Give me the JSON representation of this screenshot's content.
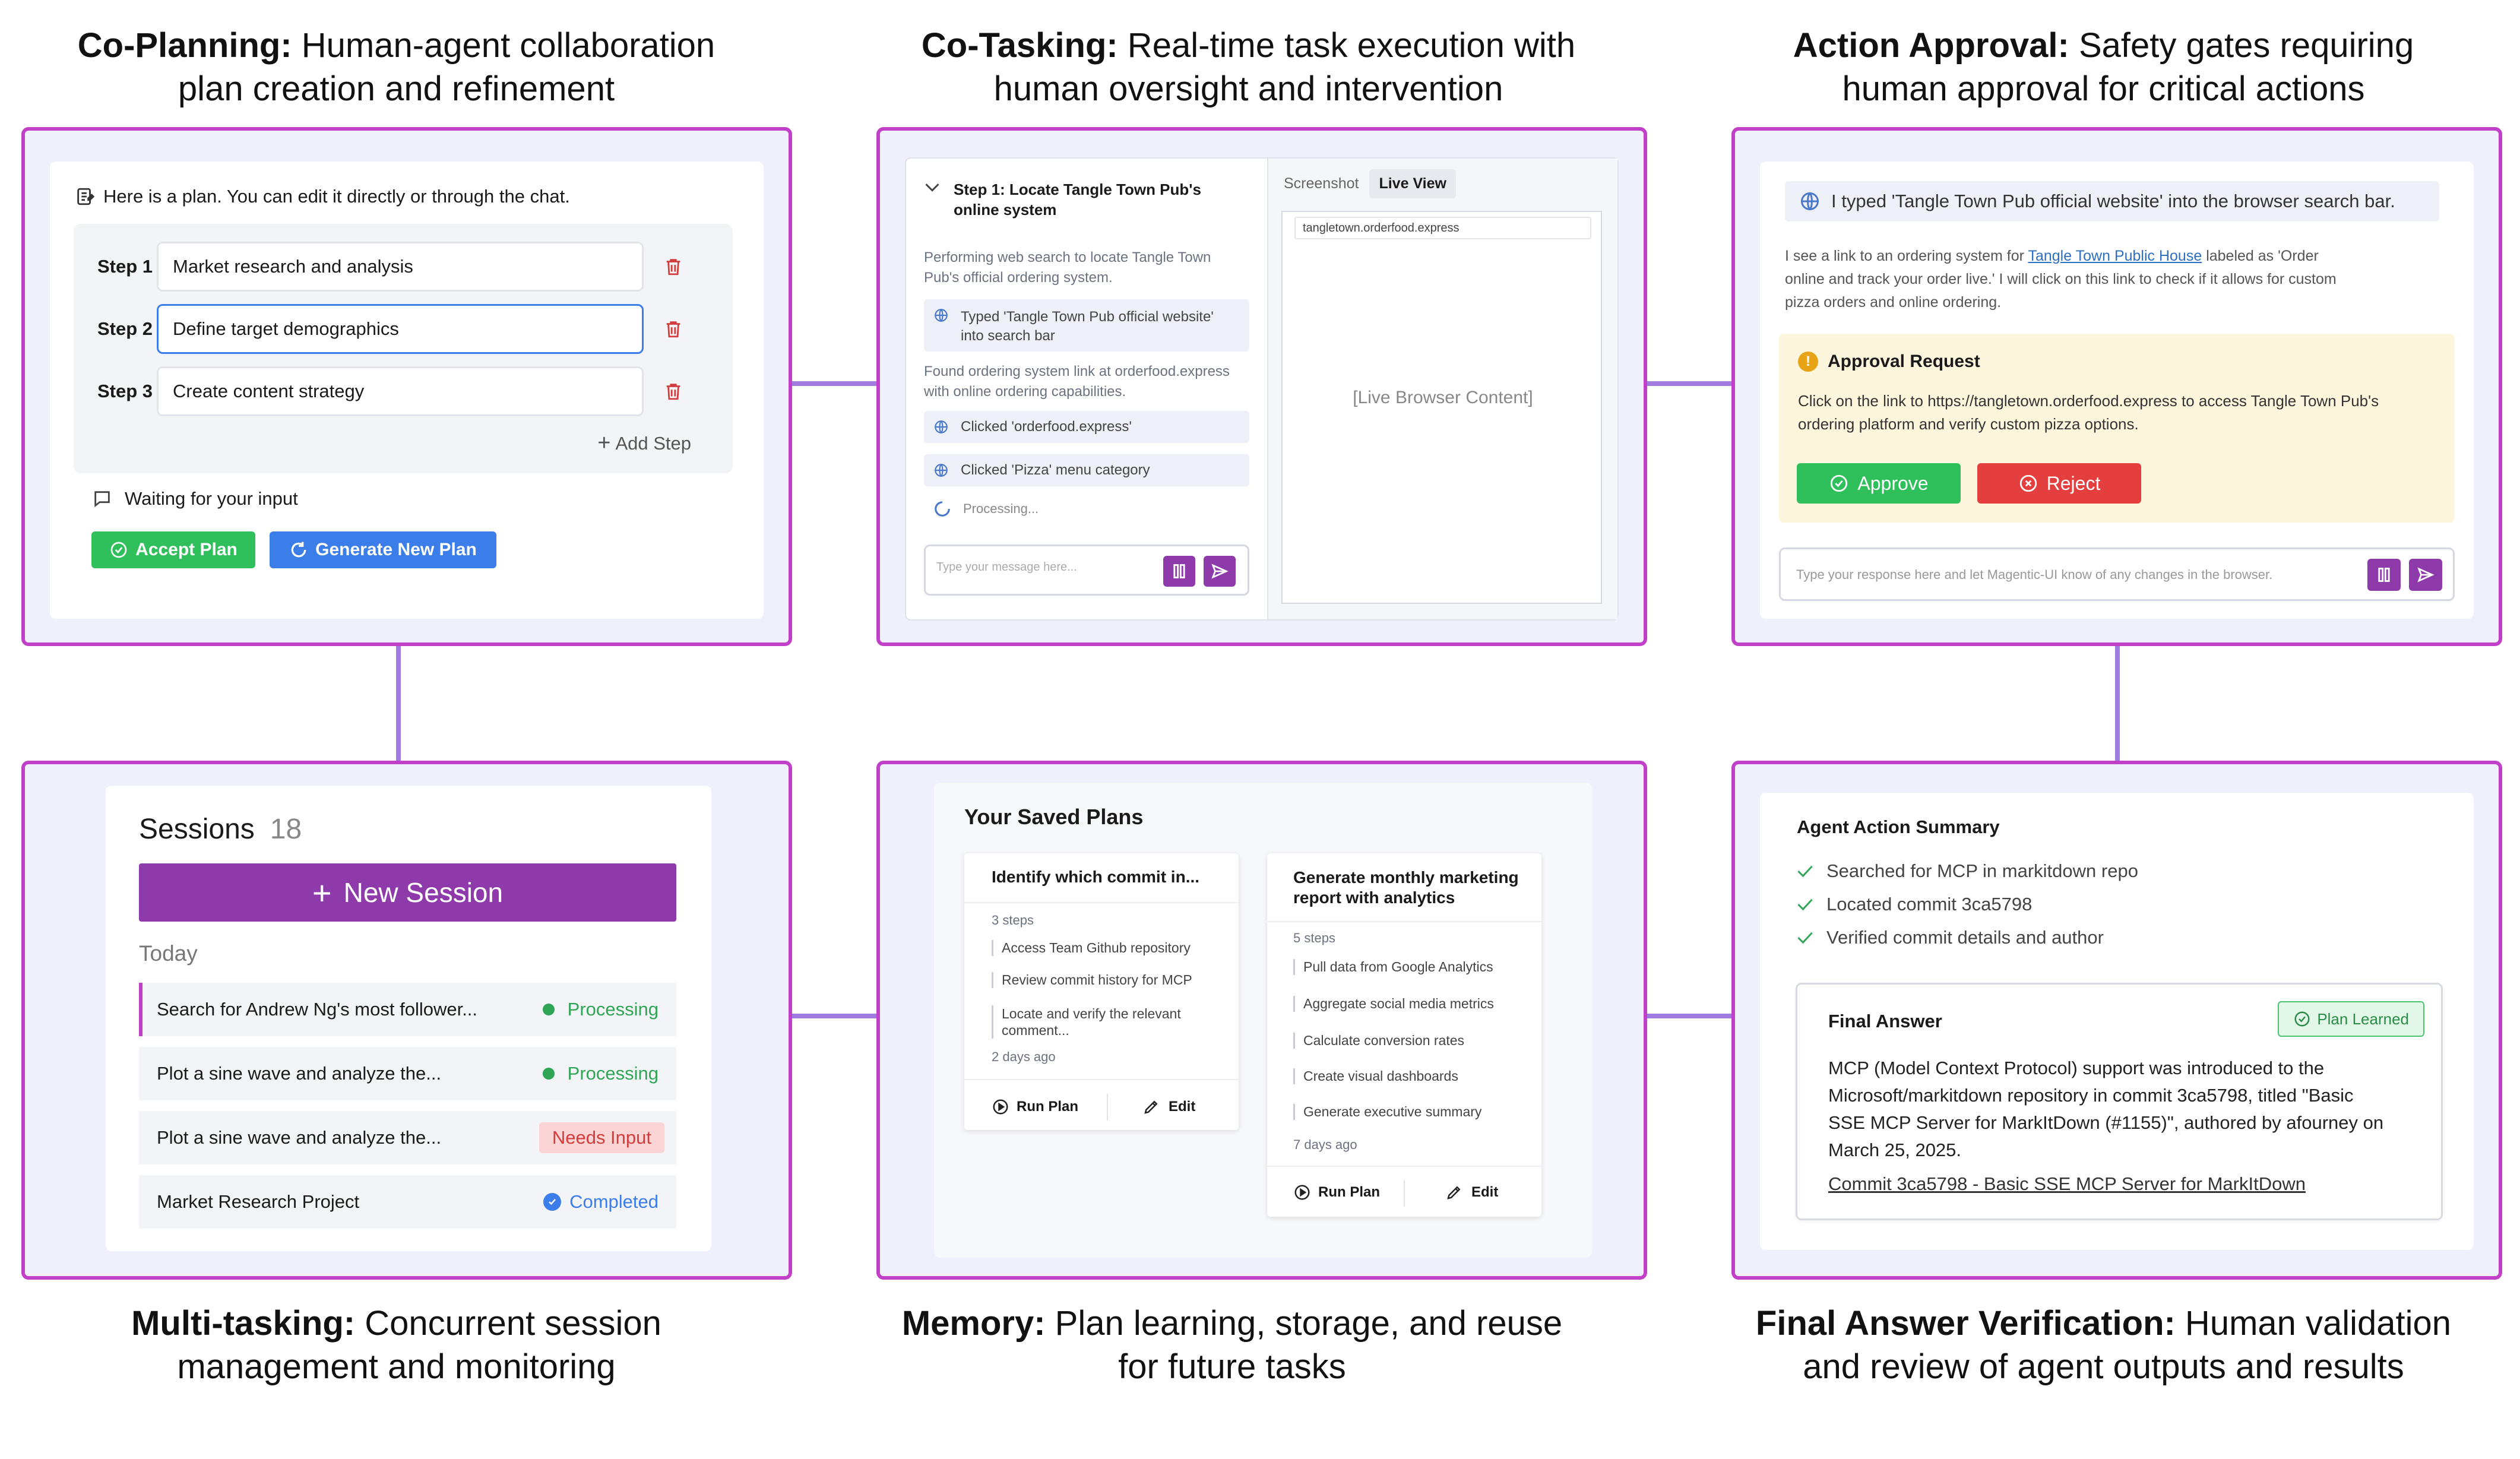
{
  "captions": {
    "co_planning": {
      "bold": "Co-Planning:",
      "rest_1": " Human-agent collaboration",
      "rest_2": "plan creation and refinement"
    },
    "co_tasking": {
      "bold": "Co-Tasking:",
      "rest_1": " Real-time task execution with",
      "rest_2": "human oversight and intervention"
    },
    "action_approval": {
      "bold": "Action Approval:",
      "rest_1": " Safety gates requiring",
      "rest_2": "human approval for critical actions"
    },
    "multi_tasking": {
      "bold": "Multi-tasking:",
      "rest_1": " Concurrent session",
      "rest_2": "management and monitoring"
    },
    "memory": {
      "bold": "Memory:",
      "rest_1": " Plan learning, storage, and reuse",
      "rest_2": "for future tasks"
    },
    "final_answer": {
      "bold": "Final Answer Verification:",
      "rest_1": " Human validation",
      "rest_2": "and review of agent outputs and results"
    }
  },
  "co_planning": {
    "intro": "Here is a plan. You can edit it directly or through the chat.",
    "steps": [
      {
        "label": "Step 1",
        "value": "Market research and analysis"
      },
      {
        "label": "Step 2",
        "value": "Define target demographics"
      },
      {
        "label": "Step 3",
        "value": "Create content strategy"
      }
    ],
    "add_step": "Add Step",
    "waiting": "Waiting for your input",
    "accept": "Accept Plan",
    "generate": "Generate New Plan"
  },
  "co_tasking": {
    "step_title_1": "Step 1: Locate Tangle Town Pub's",
    "step_title_2": "online system",
    "desc1_1": "Performing web search to locate Tangle Town",
    "desc1_2": "Pub's official ordering system.",
    "action1_1": "Typed 'Tangle Town Pub official website'",
    "action1_2": "into search bar",
    "desc2_1": "Found ordering system link at orderfood.express",
    "desc2_2": "with online ordering capabilities.",
    "action2": "Clicked 'orderfood.express'",
    "action3": "Clicked 'Pizza' menu category",
    "processing": "Processing...",
    "input_placeholder": "Type your message here...",
    "tab_screenshot": "Screenshot",
    "tab_live": "Live View",
    "url": "tangletown.orderfood.express",
    "browser_content": "[Live Browser Content]"
  },
  "action_approval": {
    "typed": "I typed 'Tangle Town Pub official website' into the browser search bar.",
    "msg_pre": "I see a link to an ordering system for ",
    "msg_link": "Tangle Town Public House",
    "msg_post_1": " labeled as 'Order",
    "msg_line2": "online and track your order live.' I will click on this link to check if it allows for custom",
    "msg_line3": "pizza orders and online ordering.",
    "request_title": "Approval Request",
    "request_1": "Click on the link to https://tangletown.orderfood.express to access Tangle Town Pub's",
    "request_2": "ordering platform and verify custom pizza options.",
    "approve": "Approve",
    "reject": "Reject",
    "input_placeholder": "Type your response here and let Magentic-UI know of any changes in the browser."
  },
  "multi_tasking": {
    "title": "Sessions",
    "count": "18",
    "new_session": "New Session",
    "today": "Today",
    "sessions": [
      {
        "name": "Search for Andrew Ng's most follower...",
        "status": "Processing"
      },
      {
        "name": "Plot a sine wave and analyze the...",
        "status": "Processing"
      },
      {
        "name": "Plot a sine wave and analyze the...",
        "status": "Needs Input"
      },
      {
        "name": "Market Research Project",
        "status": "Completed"
      }
    ]
  },
  "memory": {
    "title": "Your Saved Plans",
    "plan1": {
      "title": "Identify which commit in...",
      "steps_count": "3 steps",
      "steps": [
        "Access Team Github repository",
        "Review commit history for MCP"
      ],
      "step3_1": "Locate and verify the relevant",
      "step3_2": "comment...",
      "age": "2 days ago",
      "run": "Run Plan",
      "edit": "Edit"
    },
    "plan2": {
      "title_1": "Generate monthly marketing",
      "title_2": "report with analytics",
      "steps_count": "5 steps",
      "steps": [
        "Pull data from Google Analytics",
        "Aggregate social media metrics",
        "Calculate conversion rates",
        "Create visual dashboards",
        "Generate executive summary"
      ],
      "age": "7 days ago",
      "run": "Run Plan",
      "edit": "Edit"
    }
  },
  "final_answer": {
    "summary_title": "Agent Action Summary",
    "checks": [
      "Searched for MCP in markitdown repo",
      "Located commit 3ca5798",
      "Verified commit details and author"
    ],
    "final_title": "Final Answer",
    "badge": "Plan Learned",
    "answer": [
      "MCP (Model Context Protocol) support was introduced to the",
      "Microsoft/markitdown repository in commit 3ca5798, titled \"Basic",
      "SSE MCP Server for MarkItDown (#1155)\", authored by afourney on",
      "March 25, 2025."
    ],
    "commit_link": "Commit 3ca5798 - Basic SSE MCP Server for MarkItDown"
  },
  "colors": {
    "panel_border": "#c040c8",
    "connector": "#a17ce0",
    "green": "#2fbf5b",
    "blue": "#3b7de9",
    "red": "#e53e3e",
    "purple": "#8e3aab",
    "approval_bg": "#fdf6dc"
  },
  "icons": [
    "note-icon",
    "trash-icon",
    "plus-icon",
    "chat-icon",
    "check-circle-icon",
    "refresh-icon",
    "chevron-down-icon",
    "globe-icon",
    "spinner-icon",
    "pause-icon",
    "send-icon",
    "warning-icon",
    "x-circle-icon",
    "play-icon",
    "pencil-icon",
    "check-icon"
  ]
}
